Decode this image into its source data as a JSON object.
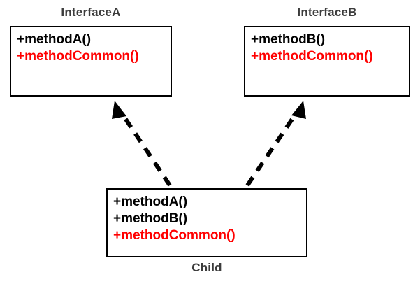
{
  "diagram": {
    "type": "uml-class-diagram",
    "background": "#ffffff",
    "colors": {
      "title": "#3c3c3c",
      "box_border": "#000000",
      "method_default": "#000000",
      "method_highlight": "#ff0000",
      "arrow": "#000000"
    },
    "nodes": [
      {
        "id": "interfaceA",
        "title": "InterfaceA",
        "title_position": "above",
        "methods": [
          {
            "text": "+methodA()",
            "color": "black"
          },
          {
            "text": "+methodCommon()",
            "color": "red"
          }
        ]
      },
      {
        "id": "interfaceB",
        "title": "InterfaceB",
        "title_position": "above",
        "methods": [
          {
            "text": "+methodB()",
            "color": "black"
          },
          {
            "text": "+methodCommon()",
            "color": "red"
          }
        ]
      },
      {
        "id": "child",
        "title": "Child",
        "title_position": "below",
        "methods": [
          {
            "text": "+methodA()",
            "color": "black"
          },
          {
            "text": "+methodB()",
            "color": "black"
          },
          {
            "text": "+methodCommon()",
            "color": "red"
          }
        ]
      }
    ],
    "edges": [
      {
        "from": "child",
        "to": "interfaceA",
        "style": "dashed",
        "arrow": "hollow-triangle-filled",
        "label": ""
      },
      {
        "from": "child",
        "to": "interfaceB",
        "style": "dashed",
        "arrow": "hollow-triangle-filled",
        "label": ""
      }
    ]
  }
}
